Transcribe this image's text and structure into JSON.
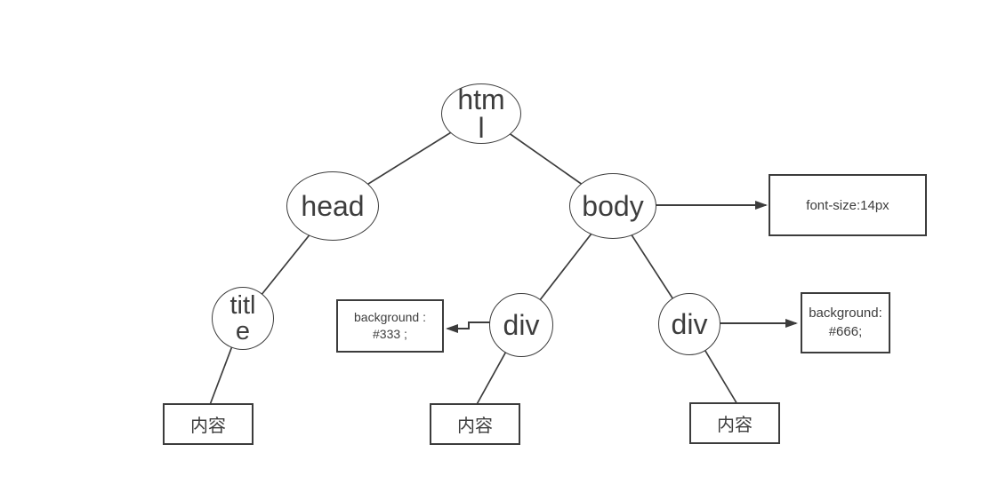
{
  "diagram": {
    "colors": {
      "stroke": "#3c3c3c",
      "text": "#3d3d3d",
      "background": "#ffffff"
    },
    "tree": {
      "html": {
        "label": "htm\nl"
      },
      "head": {
        "label": "head"
      },
      "body": {
        "label": "body"
      },
      "title": {
        "label": "titl\ne"
      },
      "div_left": {
        "label": "div"
      },
      "div_right": {
        "label": "div"
      },
      "content_title": {
        "label": "内容"
      },
      "content_div_left": {
        "label": "内容"
      },
      "content_div_right": {
        "label": "内容"
      }
    },
    "style_notes": {
      "body_style": {
        "label": "font-size:14px"
      },
      "div_left_style": {
        "label": "background :\n#333 ;"
      },
      "div_right_style": {
        "label": "background:\n#666;"
      }
    }
  }
}
